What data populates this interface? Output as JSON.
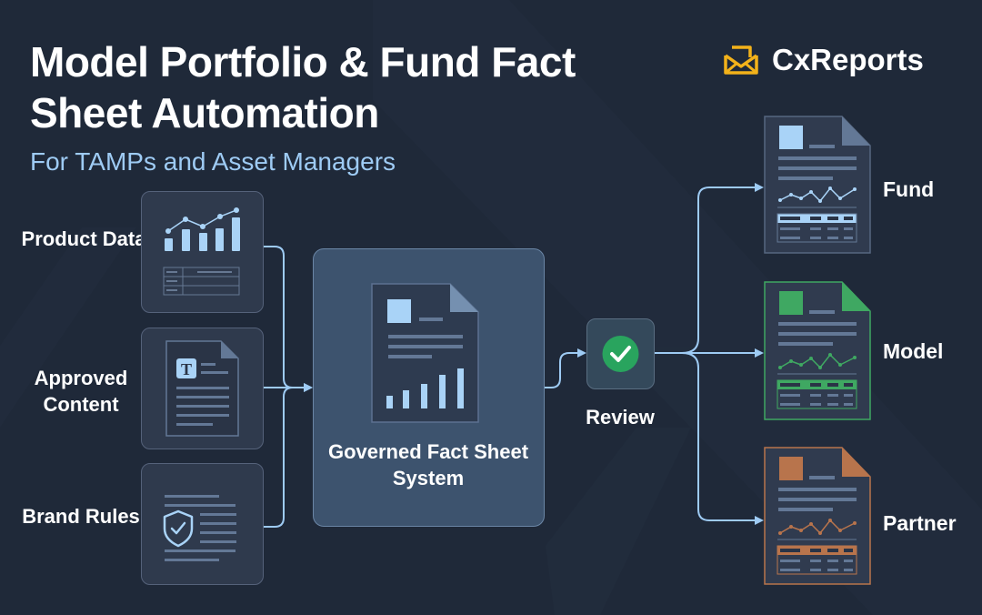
{
  "header": {
    "title": "Model Portfolio & Fund Fact Sheet Automation",
    "subtitle": "For TAMPs and Asset Managers"
  },
  "brand": {
    "name": "CxReports",
    "icon": "envelope-logo-icon",
    "color": "#f3b21a"
  },
  "inputs": [
    {
      "label": "Product Data",
      "icon": "bar-line-chart-icon"
    },
    {
      "label": "Approved Content",
      "icon": "text-document-icon"
    },
    {
      "label": "Brand Rules",
      "icon": "shield-check-icon"
    }
  ],
  "center": {
    "label": "Governed Fact Sheet System",
    "icon": "fact-sheet-document-icon"
  },
  "review": {
    "label": "Review",
    "icon": "check-circle-icon",
    "color": "#29a45e"
  },
  "outputs": [
    {
      "label": "Fund",
      "color": "#a9d3f7"
    },
    {
      "label": "Model",
      "color": "#3fa862"
    },
    {
      "label": "Partner",
      "color": "#b8744c"
    }
  ],
  "colors": {
    "background": "#1f2939",
    "connector": "#9ecbf4"
  }
}
